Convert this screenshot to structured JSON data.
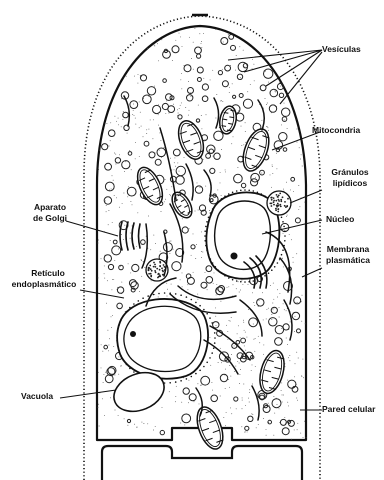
{
  "labels": {
    "vesiculas": "Vesículas",
    "mitocondria": "Mitocondria",
    "granulos_1": "Gránulos",
    "granulos_2": "lipídicos",
    "aparato_1": "Aparato",
    "aparato_2": "de Golgi",
    "nucleo": "Núcleo",
    "membrana_1": "Membrana",
    "membrana_2": "plasmática",
    "reticulo_1": "Retículo",
    "reticulo_2": "endoplasmático",
    "vacuola": "Vacuola",
    "pared": "Pared celular"
  }
}
